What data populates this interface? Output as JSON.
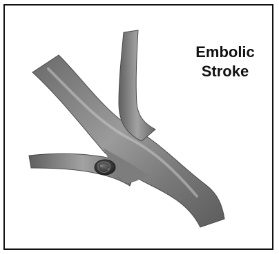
{
  "title": {
    "line1": "Embolic",
    "line2": "Stroke"
  },
  "colors": {
    "vessel_dark": "#5a5a5a",
    "vessel_mid": "#8a8a8a",
    "vessel_light": "#c4c4c4",
    "clot": "#3a3a3a",
    "border": "#111111"
  },
  "icons": {
    "vessel": "blood-vessel-bifurcation",
    "clot": "embolus-clot"
  }
}
